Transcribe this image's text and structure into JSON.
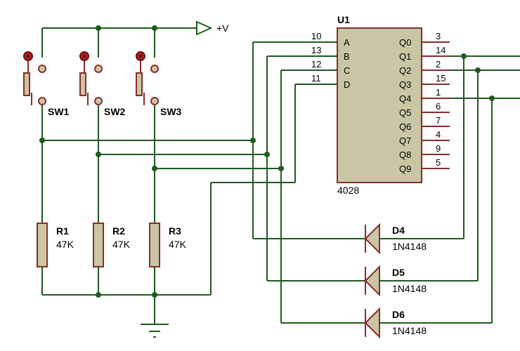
{
  "supply": {
    "label": "+V"
  },
  "switches": [
    {
      "ref": "SW1"
    },
    {
      "ref": "SW2"
    },
    {
      "ref": "SW3"
    }
  ],
  "resistors": [
    {
      "ref": "R1",
      "value": "47K"
    },
    {
      "ref": "R2",
      "value": "47K"
    },
    {
      "ref": "R3",
      "value": "47K"
    }
  ],
  "ic": {
    "ref": "U1",
    "part": "4028",
    "inputs": [
      {
        "name": "A",
        "pin": "10"
      },
      {
        "name": "B",
        "pin": "13"
      },
      {
        "name": "C",
        "pin": "12"
      },
      {
        "name": "D",
        "pin": "11"
      }
    ],
    "outputs": [
      {
        "name": "Q0",
        "pin": "3"
      },
      {
        "name": "Q1",
        "pin": "14"
      },
      {
        "name": "Q2",
        "pin": "2"
      },
      {
        "name": "Q3",
        "pin": "15"
      },
      {
        "name": "Q4",
        "pin": "1"
      },
      {
        "name": "Q5",
        "pin": "6"
      },
      {
        "name": "Q6",
        "pin": "7"
      },
      {
        "name": "Q7",
        "pin": "4"
      },
      {
        "name": "Q8",
        "pin": "9"
      },
      {
        "name": "Q9",
        "pin": "5"
      }
    ]
  },
  "diodes": [
    {
      "ref": "D4",
      "part": "1N4148"
    },
    {
      "ref": "D5",
      "part": "1N4148"
    },
    {
      "ref": "D6",
      "part": "1N4148"
    }
  ]
}
